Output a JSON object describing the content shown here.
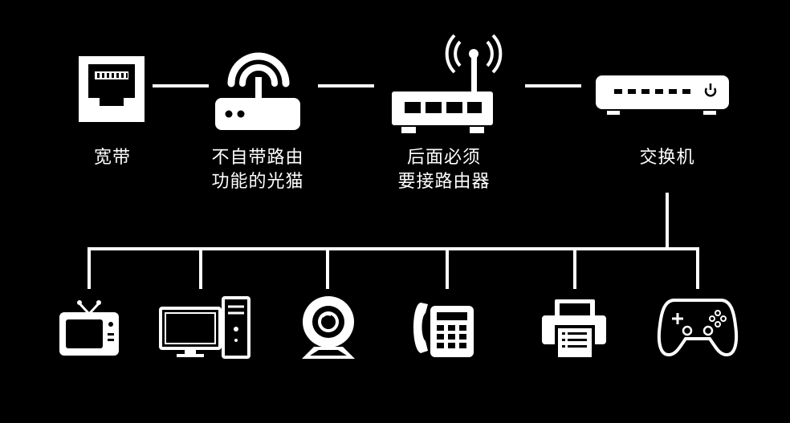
{
  "labels": {
    "broadband": "宽带",
    "modem_line1": "不自带路由",
    "modem_line2": "功能的光猫",
    "router_line1": "后面必须",
    "router_line2": "要接路由器",
    "switch": "交换机"
  },
  "colors": {
    "background": "#000000",
    "foreground": "#ffffff"
  },
  "icons": [
    "ethernet-port-icon",
    "modem-icon",
    "router-icon",
    "switch-icon",
    "tv-icon",
    "desktop-computer-icon",
    "webcam-icon",
    "telephone-icon",
    "printer-icon",
    "gamepad-icon"
  ]
}
